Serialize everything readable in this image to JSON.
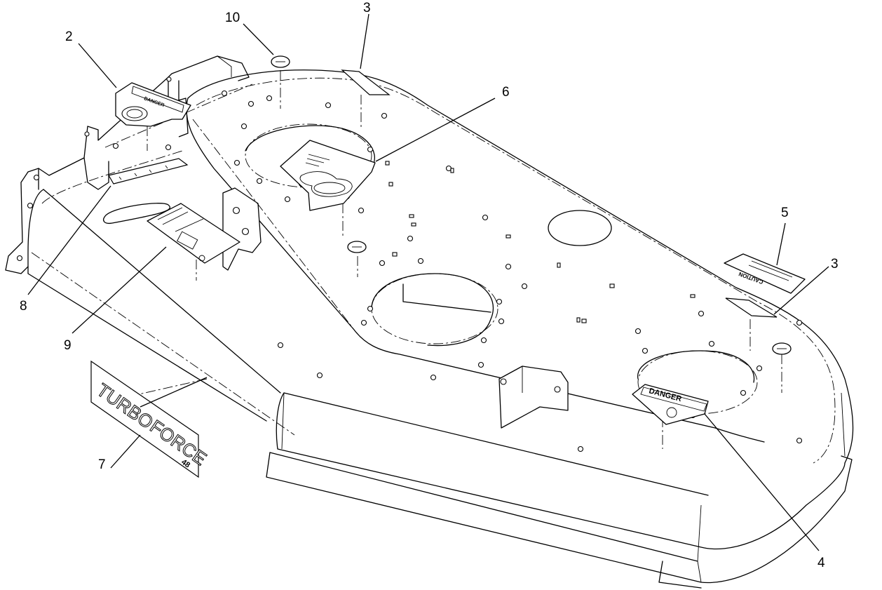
{
  "callouts": [
    {
      "id": "2",
      "label": "2"
    },
    {
      "id": "10",
      "label": "10"
    },
    {
      "id": "3a",
      "label": "3"
    },
    {
      "id": "6",
      "label": "6"
    },
    {
      "id": "5",
      "label": "5"
    },
    {
      "id": "3b",
      "label": "3"
    },
    {
      "id": "8",
      "label": "8"
    },
    {
      "id": "9",
      "label": "9"
    },
    {
      "id": "7",
      "label": "7"
    },
    {
      "id": "4",
      "label": "4"
    }
  ],
  "decals": {
    "brand_word_1": "TURBO",
    "brand_word_2": "FORCE",
    "brand_size": "48",
    "danger_label": "DANGER",
    "caution_label": "CAUTION"
  }
}
